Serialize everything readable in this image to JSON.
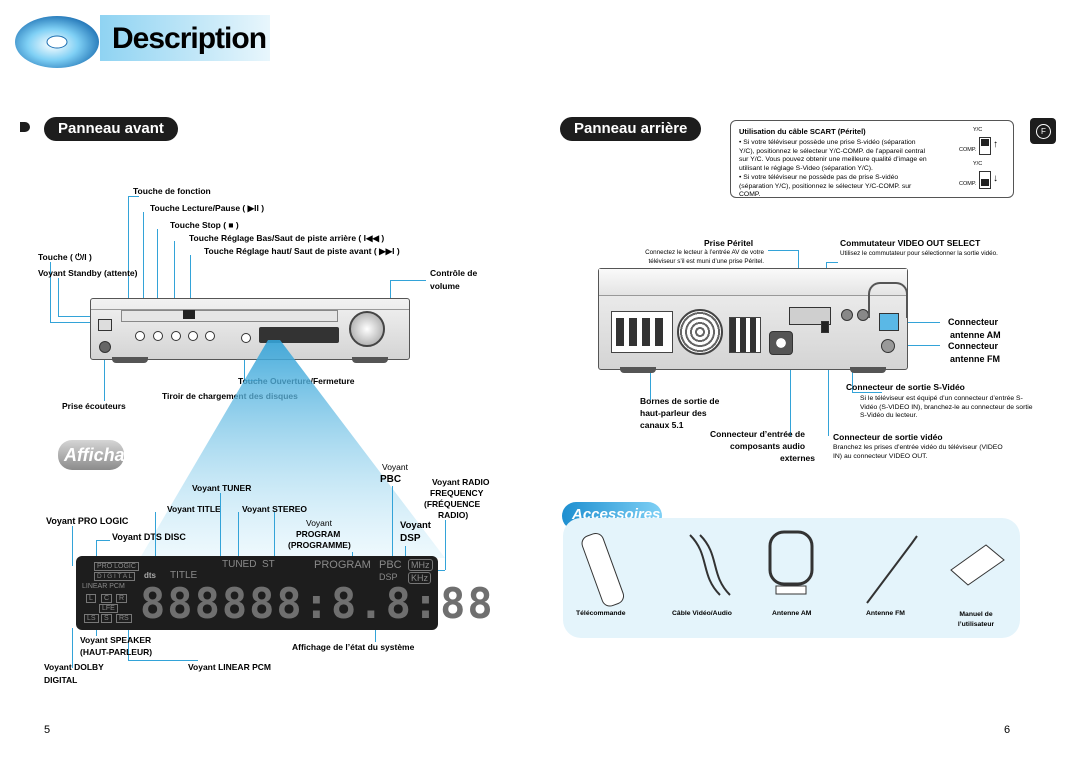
{
  "page_title": "Description",
  "left": {
    "section_title": "Panneau avant",
    "labels": {
      "touche_fonction": "Touche de fonction",
      "lecture_pause": "Touche Lecture/Pause ( ▶II )",
      "stop": "Touche Stop ( ■ )",
      "reglage_bas": "Touche Réglage Bas/Saut de piste arrière ( I◀◀ )",
      "reglage_haut": "Touche Réglage haut/ Saut de piste avant ( ▶▶I )",
      "touche_power": "Touche ( ⏻/I )",
      "voyant_standby": "Voyant Standby (attente)",
      "controle_volume_1": "Contrôle de",
      "controle_volume_2": "volume",
      "ouverture": "Touche Ouverture/Fermeture",
      "tiroir": "Tiroir de chargement des disques",
      "prise_ecouteurs": "Prise écouteurs"
    },
    "affichage_title": "Affichage",
    "display_labels": {
      "voyant_tuner": "Voyant TUNER",
      "voyant_title": "Voyant TITLE",
      "voyant_stereo": "Voyant STEREO",
      "voyant_pro_logic": "Voyant PRO LOGIC",
      "voyant_dts_disc": "Voyant DTS DISC",
      "voyant_program_1": "Voyant",
      "voyant_program_2": "PROGRAM",
      "voyant_program_3": "(PROGRAMME)",
      "voyant_pbc_1": "Voyant",
      "voyant_pbc_2": "PBC",
      "voyant_radio_1": "Voyant RADIO",
      "voyant_radio_2": "FREQUENCY",
      "voyant_radio_3": "(FRÉQUENCE",
      "voyant_radio_4": "RADIO)",
      "voyant_dsp_1": "Voyant",
      "voyant_dsp_2": "DSP",
      "voyant_speaker_1": "Voyant SPEAKER",
      "voyant_speaker_2": "(HAUT-PARLEUR)",
      "affichage_etat": "Affichage de l’état du système",
      "voyant_dolby_1": "Voyant DOLBY",
      "voyant_dolby_2": "DIGITAL",
      "voyant_linear_pcm": "Voyant LINEAR PCM"
    },
    "display_panel": {
      "pro_logic": "PRO LOGIC",
      "digital": "D I G I T A L",
      "linear_pcm": "LINEAR  PCM",
      "dts": "dts",
      "title": "TITLE",
      "tuned": "TUNED",
      "st": "ST",
      "program": "PROGRAM",
      "pbc": "PBC",
      "mhz": "MHz",
      "dsp": "DSP",
      "khz": "KHz",
      "spk_l": "L",
      "spk_c": "C",
      "spk_r": "R",
      "spk_lfe": "LFE",
      "spk_ls": "LS",
      "spk_s": "S",
      "spk_rs": "RS",
      "digits": "888888:8.8:88"
    },
    "page_number": "5"
  },
  "right": {
    "section_title": "Panneau arrière",
    "scart_box": {
      "title": "Utilisation du câble SCART (Péritel)",
      "bullet_1": "• Si votre téléviseur possède une prise S-vidéo (séparation Y/C), positionnez le sélecteur Y/C-COMP. de l’appareil central sur Y/C. Vous pouvez obtenir une meilleure qualité d’image en utilisant le réglage S-Video (séparation Y/C).",
      "bullet_2": "• Si votre téléviseur ne possède pas de prise S-vidéo (séparation Y/C), positionnez le sélecteur Y/C-COMP. sur COMP.",
      "yc": "Y/C",
      "comp": "COMP."
    },
    "lang_badge": "F",
    "labels": {
      "prise_peritel": "Prise Péritel",
      "prise_peritel_desc": "Connectez le lecteur à l’entrée AV de votre téléviseur s’il est muni d’une prise Péritel.",
      "commutateur": "Commutateur VIDEO OUT SELECT",
      "commutateur_desc": "Utilisez le commutateur pour sélectionner la sortie vidéo.",
      "antenne_am_1": "Connecteur",
      "antenne_am_2": "antenne AM",
      "antenne_fm_1": "Connecteur",
      "antenne_fm_2": "antenne FM",
      "svideo_title": "Connecteur de sortie S-Vidéo",
      "svideo_desc": "Si le téléviseur est équipé d’un connecteur d’entrée S-Vidéo (S-VIDEO IN), branchez-le au connecteur de sortie S-Vidéo du lecteur.",
      "bornes_1": "Bornes de sortie de",
      "bornes_2": "haut-parleur des",
      "bornes_3": "canaux 5.1",
      "entree_1": "Connecteur d’entrée de",
      "entree_2": "composants audio",
      "entree_3": "externes",
      "video_title": "Connecteur de sortie vidéo",
      "video_desc": "Branchez les prises d’entrée vidéo du téléviseur (VIDEO IN) au connecteur VIDEO OUT."
    },
    "accessoires_title": "Accessoires",
    "accessoires": [
      "Télécommande",
      "Câble Vidéo/Audio",
      "Antenne AM",
      "Antenne FM",
      "Manuel de l’utilisateur"
    ],
    "page_number": "6"
  },
  "colors": {
    "accent": "#33a3d8",
    "pill": "#1d1d1d",
    "display": "#1d1d1d",
    "beam": "#9fd8f0"
  }
}
